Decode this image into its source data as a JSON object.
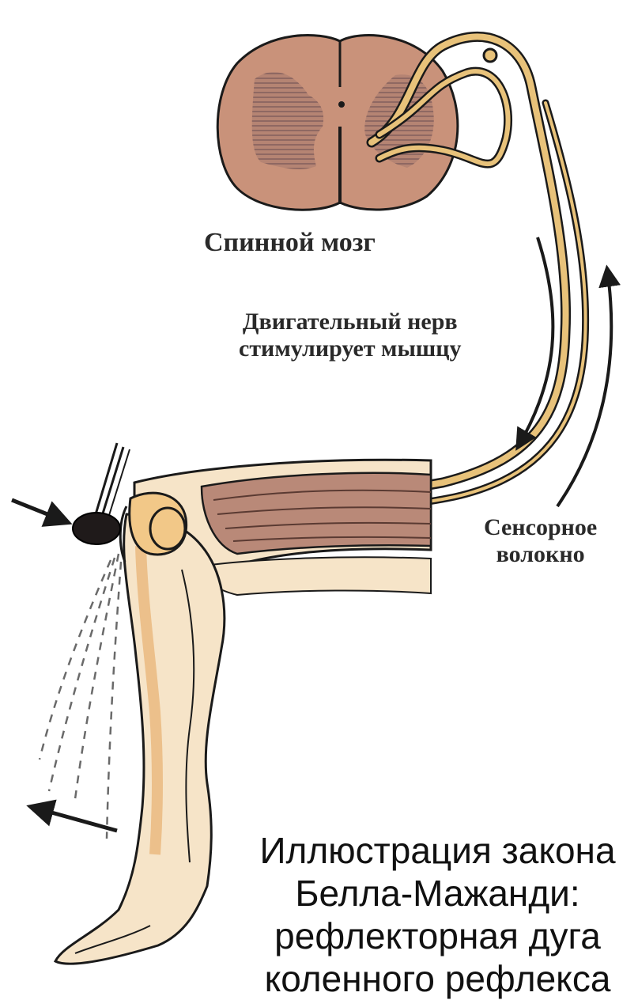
{
  "labels": {
    "spinal_cord": "Спинной мозг",
    "motor_nerve_line1": "Двигательный нерв",
    "motor_nerve_line2": "стимулирует мышцу",
    "sensory_fiber_line1": "Сенсорное",
    "sensory_fiber_line2": "волокно"
  },
  "caption": {
    "line1": "Иллюстрация закона",
    "line2": "Белла-Мажанди:",
    "line3": "рефлекторная дуга",
    "line4": "коленного рефлекса"
  },
  "colors": {
    "spinal_cord": "#c9927a",
    "gray_matter": "#8e6a66",
    "nerve": "#e8c27a",
    "bone": "#f2c888",
    "skin": "#f6e4c8",
    "muscle": "#b98978",
    "outline": "#1a1a1a"
  },
  "icons": [
    "reflex-hammer-icon",
    "direction-arrow-icon"
  ]
}
